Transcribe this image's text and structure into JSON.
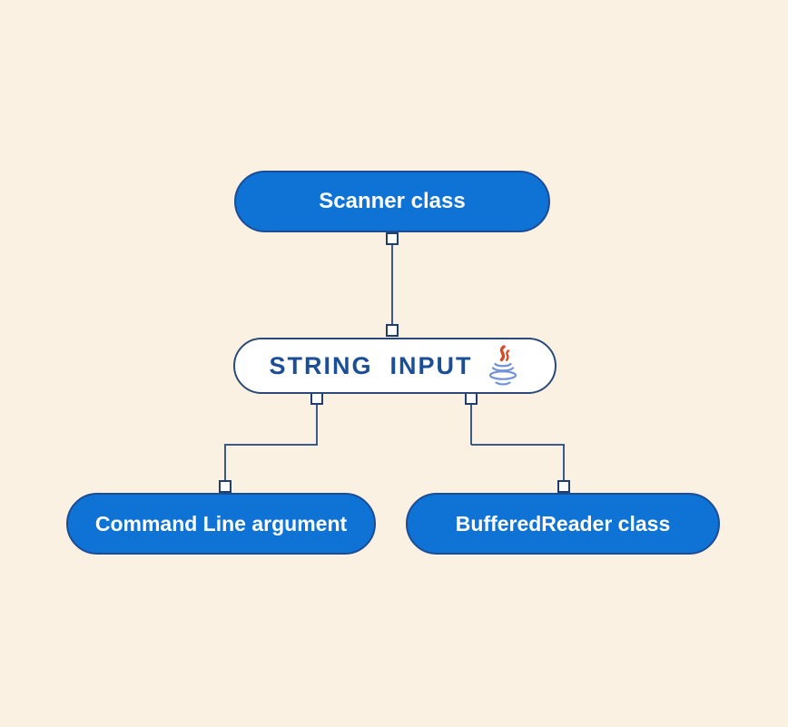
{
  "diagram": {
    "nodes": {
      "scanner": {
        "label": "Scanner class"
      },
      "string_input": {
        "label": "STRING  INPUT",
        "icon": "java-logo"
      },
      "command_line": {
        "label": "Command Line argument"
      },
      "buffered_reader": {
        "label": "BufferedReader class"
      }
    },
    "edges": [
      {
        "from": "scanner",
        "to": "string_input"
      },
      {
        "from": "string_input",
        "to": "command_line"
      },
      {
        "from": "string_input",
        "to": "buffered_reader"
      }
    ]
  },
  "colors": {
    "background": "#FBF1E2",
    "node_fill": "#0E73D4",
    "node_border": "#1C4C96",
    "node_text": "#FFFFFF",
    "outline_node_fill": "#FFFFFF",
    "outline_node_border": "#2B4A77",
    "accent_text": "#1A4E96",
    "edge_line": "#3D5989",
    "port_border": "#1E3E6D",
    "port_fill": "#FFFFFF",
    "java_red": "#D94A26",
    "java_blue": "#7191D8"
  }
}
